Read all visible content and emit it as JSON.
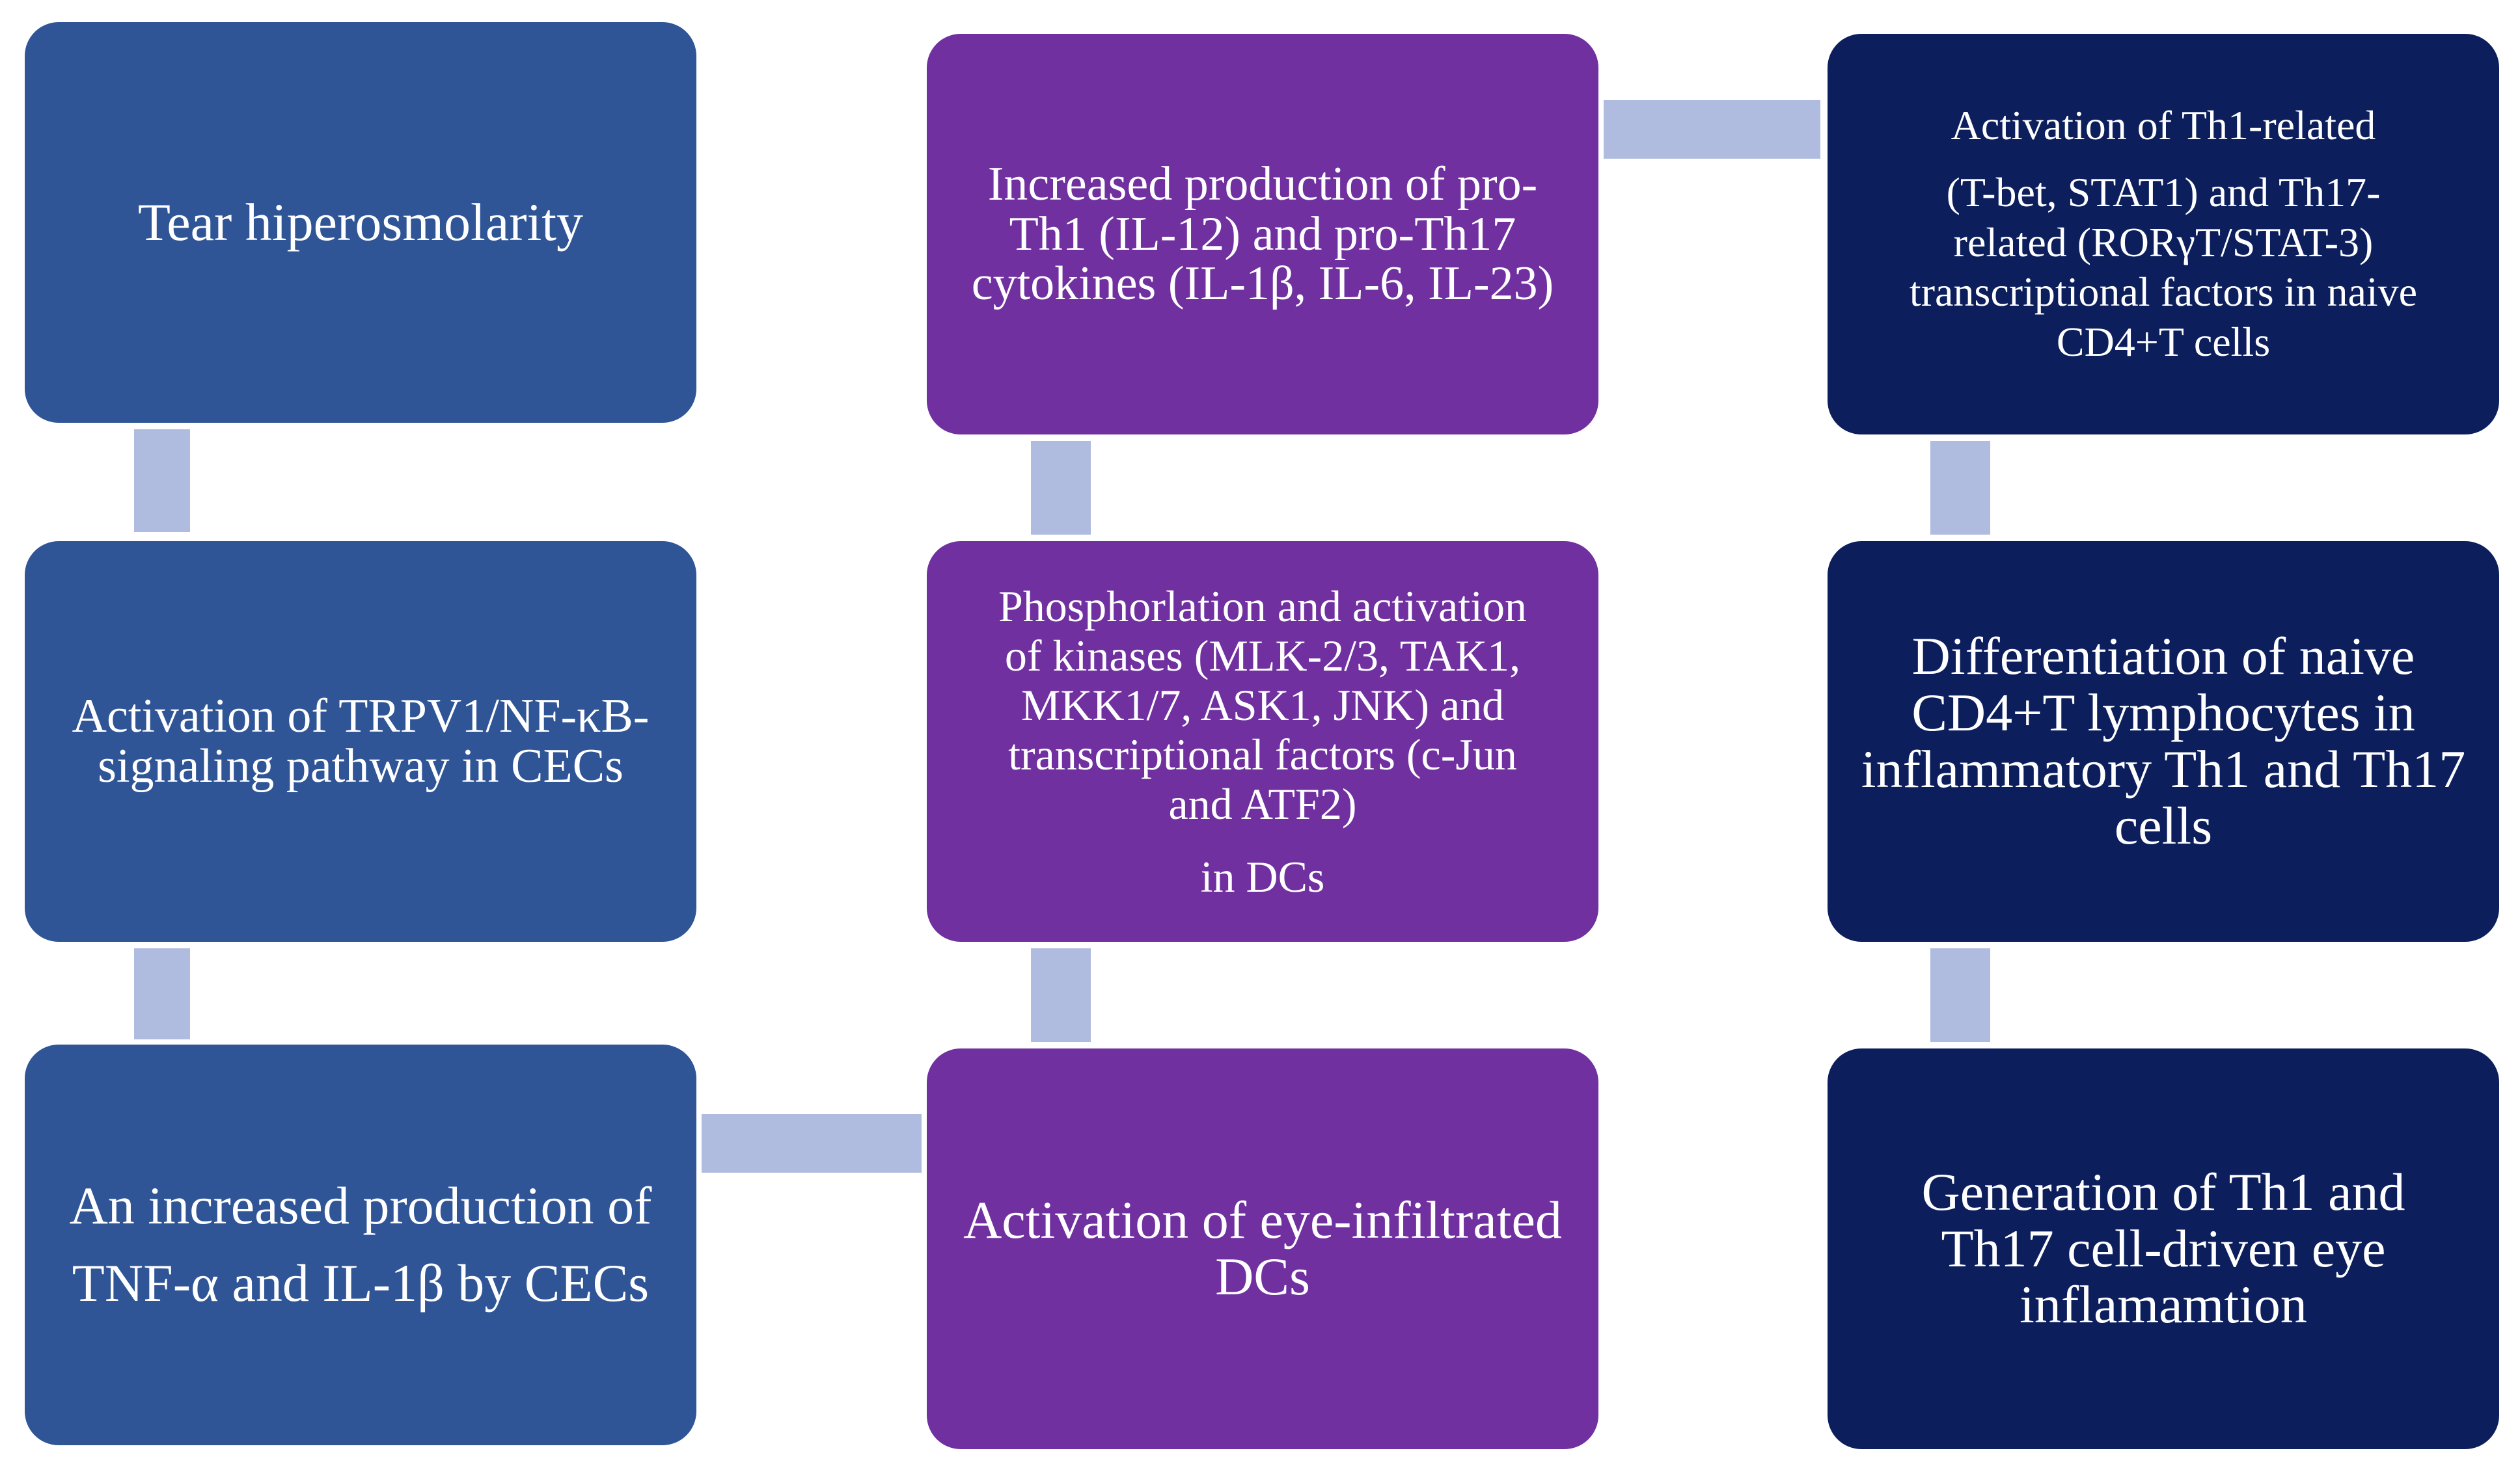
{
  "colors": {
    "column1": "#2f5597",
    "column2": "#7030a0",
    "column3": "#0c1f5c",
    "connector": "#b0bcdf",
    "text": "#ffffff"
  },
  "boxes": {
    "tear_hyperosmolarity": {
      "lines": [
        "Tear hiperosmolarity"
      ]
    },
    "trpv1_activation": {
      "lines": [
        "Activation of TRPV1/NF-κB-",
        "signaling pathway in CECs"
      ]
    },
    "tnf_il1_production": {
      "lines": [
        "An increased production of",
        "TNF-α and IL-1β by CECs"
      ]
    },
    "dc_activation": {
      "lines": [
        "Activation of eye-infiltrated",
        "DCs"
      ]
    },
    "kinase_phosphorylation": {
      "lines": [
        "Phosphorlation and activation",
        "of kinases (MLK-2/3, TAK1,",
        "MKK1/7, ASK1, JNK) and",
        "transcriptional factors (c-Jun",
        "and ATF2)"
      ],
      "extra": "in DCs"
    },
    "cytokine_production": {
      "lines": [
        "Increased production of pro-",
        "Th1 (IL-12) and pro-Th17",
        "cytokines (IL-1β, IL-6, IL-23)"
      ]
    },
    "transcription_factors": {
      "lines": [
        "Activation of  Th1-related",
        "(T-bet, STAT1) and Th17-",
        "related (RORγT/STAT-3)",
        "transcriptional factors in naive",
        "CD4+T cells"
      ]
    },
    "differentiation": {
      "lines": [
        "Differentiation of naive",
        "CD4+T lymphocytes in",
        "inflammatory Th1 and Th17",
        "cells"
      ]
    },
    "eye_inflammation": {
      "lines": [
        "Generation of Th1 and",
        "Th17 cell-driven eye",
        "inflamamtion"
      ]
    }
  }
}
